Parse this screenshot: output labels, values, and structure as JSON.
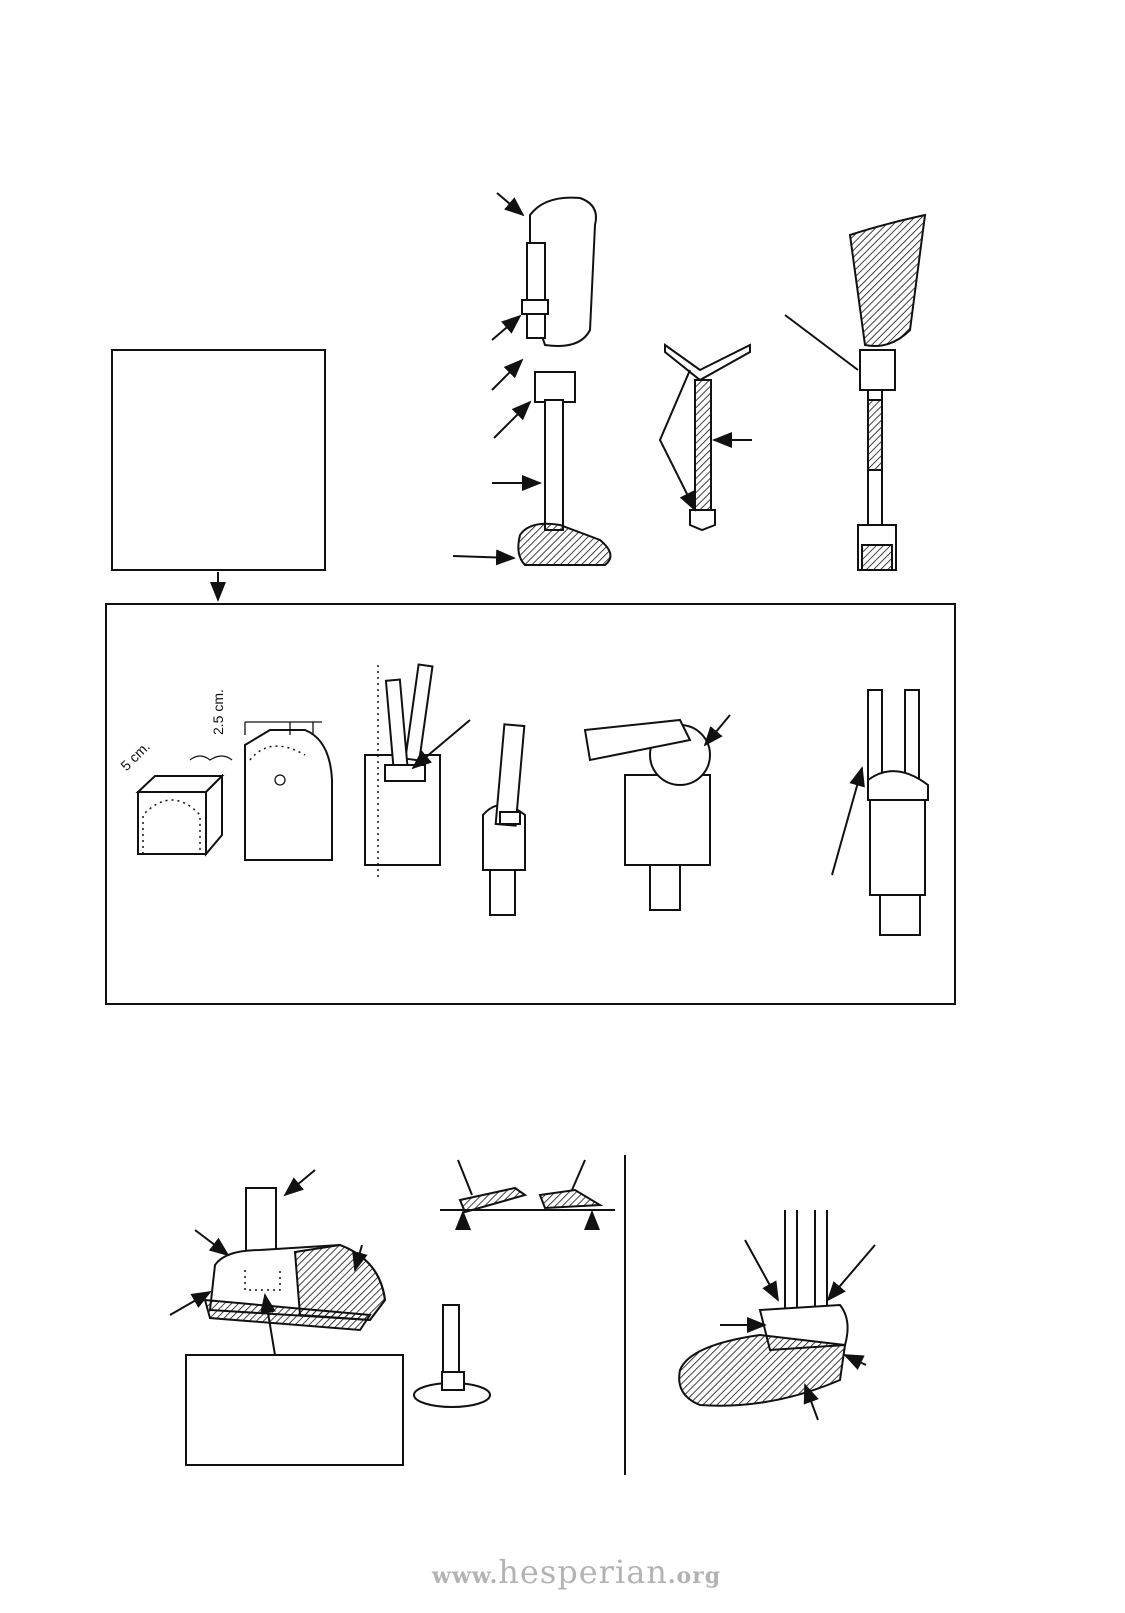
{
  "figure": {
    "measure_width": "5 cm.",
    "measure_height": "2.5 cm."
  },
  "footer": {
    "www": "www.",
    "name": "hesperian",
    "tld": ".org"
  }
}
